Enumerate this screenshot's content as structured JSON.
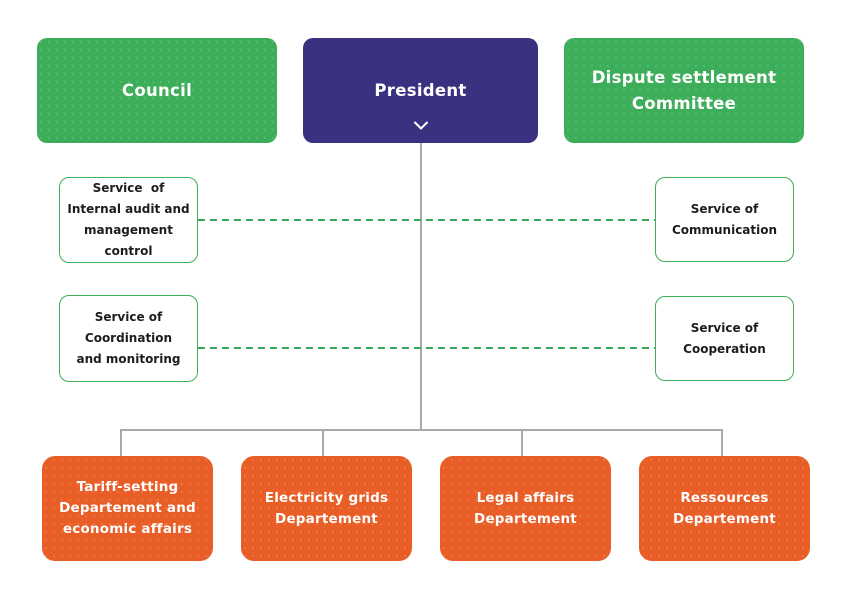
{
  "top_row": {
    "council": {
      "label": "Council"
    },
    "president": {
      "label": "President",
      "chevron_icon": "chevron-down"
    },
    "dispute": {
      "label": "Dispute settlement\nCommittee"
    }
  },
  "services": {
    "internal_audit": {
      "label": "Service  of\nInternal audit and\nmanagement control"
    },
    "communication": {
      "label": "Service of\nCommunication"
    },
    "coordination": {
      "label": "Service of\nCoordination\nand monitoring"
    },
    "cooperation": {
      "label": "Service of\nCooperation"
    }
  },
  "departments": {
    "tariff": {
      "label": "Tariff-setting\nDepartement and\neconomic affairs"
    },
    "electricity": {
      "label": "Electricity grids\nDepartement"
    },
    "legal": {
      "label": "Legal affairs\nDepartement"
    },
    "ressources": {
      "label": "Ressources\nDepartement"
    }
  },
  "colors": {
    "box_green": "#3cae59",
    "box_purple": "#3a3180",
    "box_orange": "#e85e26",
    "service_border_green": "#3cae59",
    "dashed_line_green": "#3aa85b",
    "connector_gray": "#a9a9a9",
    "service_text": "#1d1d1f",
    "box_text": "#ffffff",
    "background": "#ffffff"
  }
}
